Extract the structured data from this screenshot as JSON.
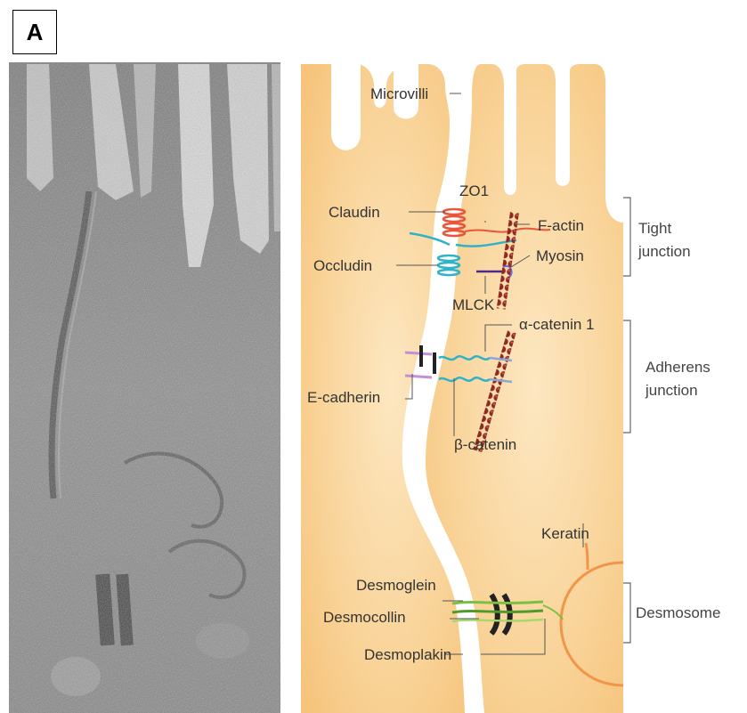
{
  "panel_label": "A",
  "labels": {
    "microvilli": "Microvilli",
    "zo1": "ZO1",
    "claudin": "Claudin",
    "f_actin": "F-actin",
    "occludin": "Occludin",
    "myosin": "Myosin",
    "mlck": "MLCK",
    "alpha_catenin": "α-catenin 1",
    "e_cadherin": "E-cadherin",
    "beta_catenin": "β-catenin",
    "keratin": "Keratin",
    "desmoglein": "Desmoglein",
    "desmocollin": "Desmocollin",
    "desmoplakin": "Desmoplakin"
  },
  "regions": {
    "tight_line1": "Tight",
    "tight_line2": "junction",
    "adherens_line1": "Adherens",
    "adherens_line2": "junction",
    "desmosome": "Desmosome"
  },
  "colors": {
    "cell_fill": "#f8cf8e",
    "claudin": "#e8553a",
    "occludin": "#2fb3c8",
    "actin": "#8e2a22",
    "keratin": "#f0954a",
    "desmo_green": "#7dbf3f"
  }
}
